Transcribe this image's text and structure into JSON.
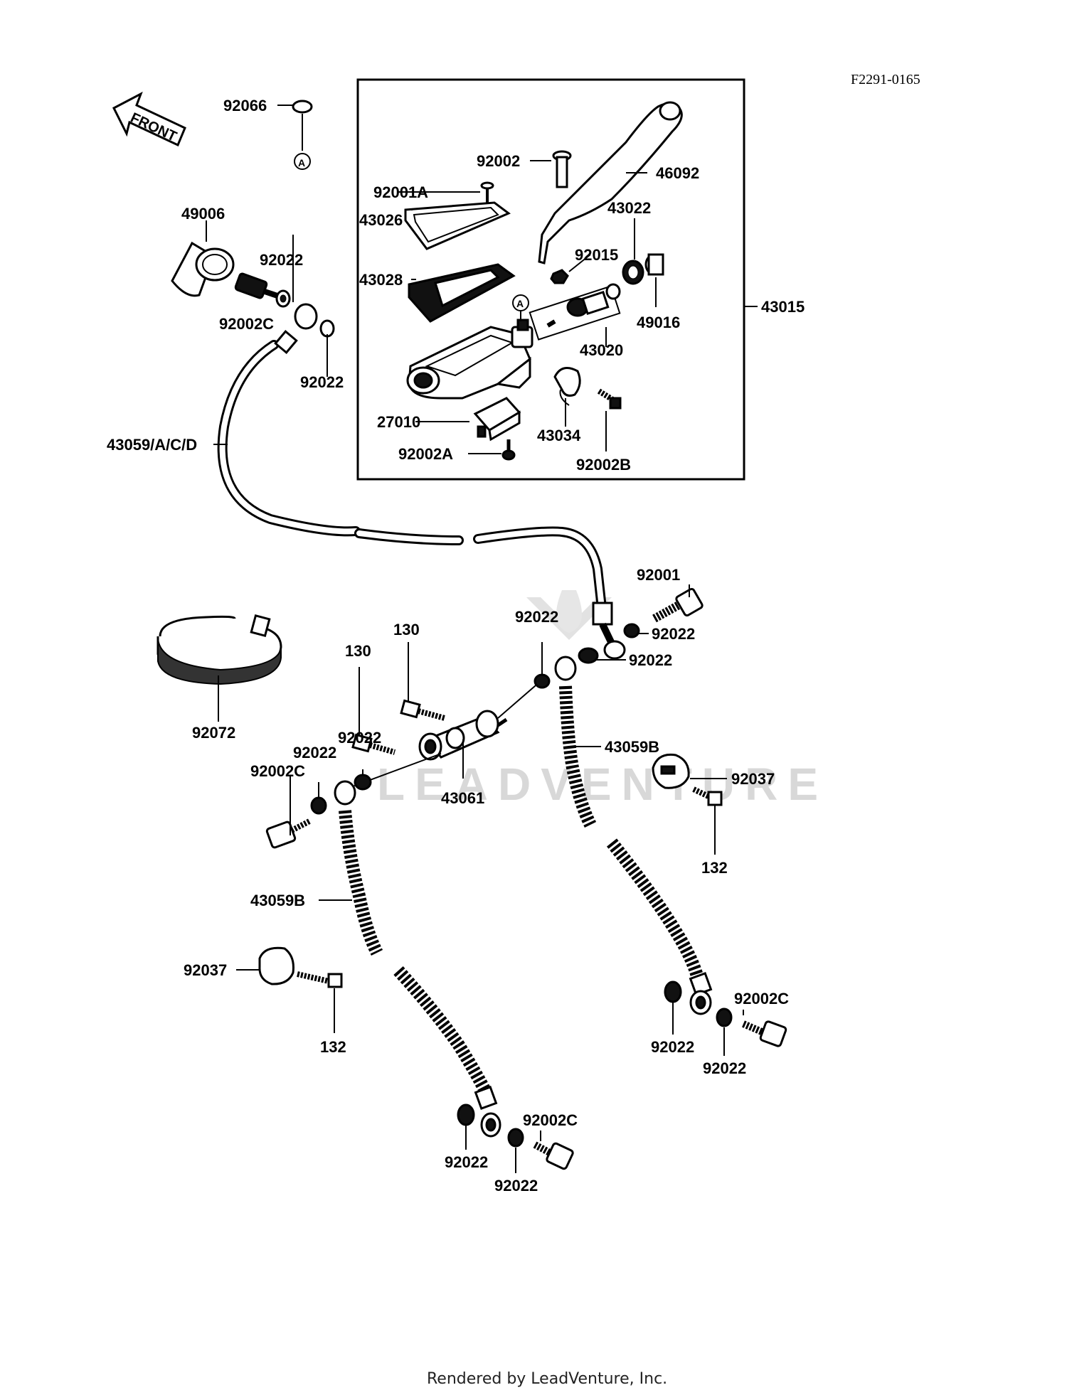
{
  "diagram": {
    "code": "F2291-0165",
    "front_label": "FRONT",
    "ref_marker": "A",
    "footer": "Rendered by LeadVenture, Inc.",
    "watermark": "LEADVENTURE",
    "labels": {
      "p92066": "92066",
      "p49006": "49006",
      "p92022_a": "92022",
      "p92002C_a": "92002C",
      "p92022_b": "92022",
      "p43059ACD": "43059/A/C/D",
      "p92002": "92002",
      "p46092": "46092",
      "p92001A": "92001A",
      "p43026": "43026",
      "p43022": "43022",
      "p92015": "92015",
      "p43028": "43028",
      "p49016": "49016",
      "p43015": "43015",
      "p43020": "43020",
      "p27010": "27010",
      "p43034": "43034",
      "p92002A": "92002A",
      "p92002B": "92002B",
      "p92001": "92001",
      "p92022_c": "92022",
      "p92022_d": "92022",
      "p92022_e": "92022",
      "p130_a": "130",
      "p130_b": "130",
      "p92072": "92072",
      "p92022_f": "92022",
      "p92022_g": "92022",
      "p92002C_b": "92002C",
      "p43061": "43061",
      "p43059B_a": "43059B",
      "p92037_a": "92037",
      "p132_a": "132",
      "p43059B_b": "43059B",
      "p92037_b": "92037",
      "p132_b": "132",
      "p92002C_c": "92002C",
      "p92022_h": "92022",
      "p92022_i": "92022",
      "p92022_j": "92022",
      "p92002C_d": "92002C",
      "p92022_k": "92022"
    }
  }
}
